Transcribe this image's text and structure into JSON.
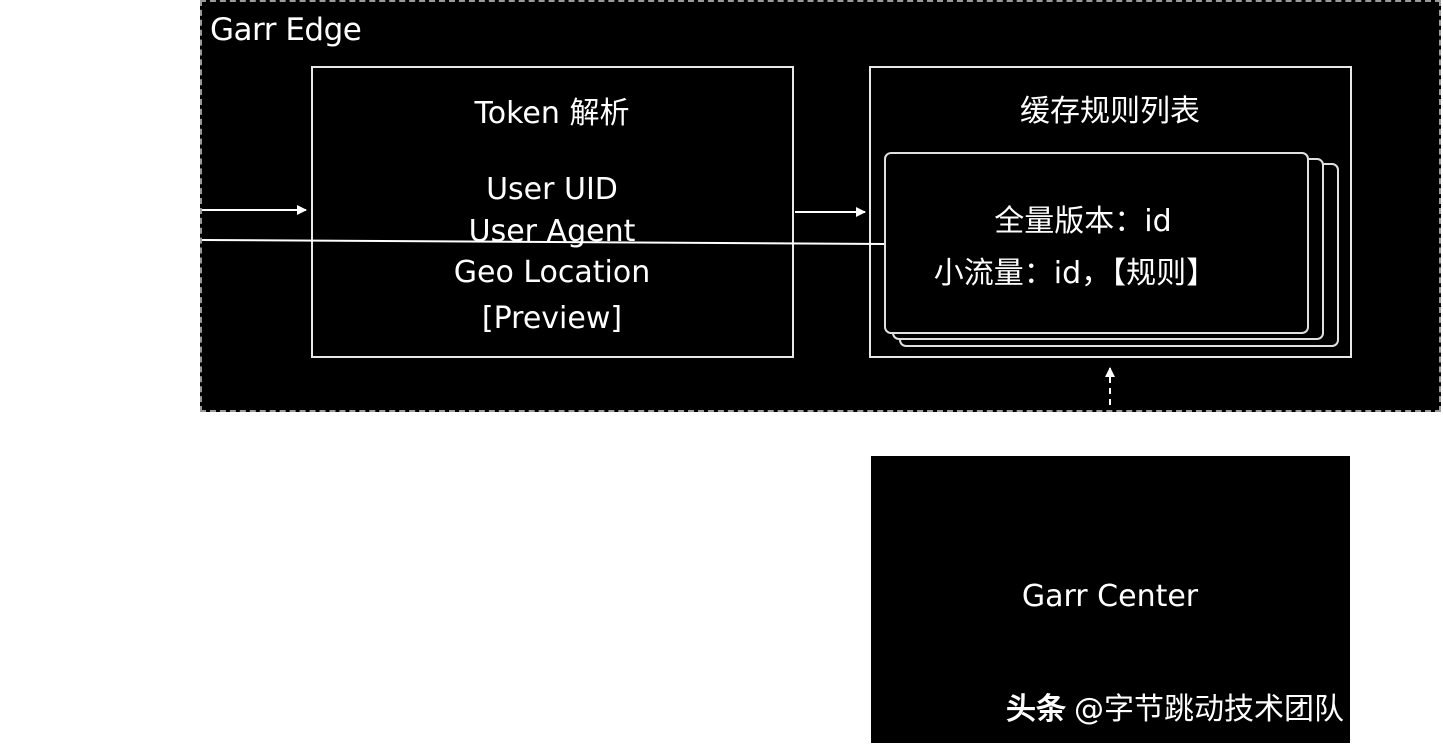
{
  "edge": {
    "title": "Garr Edge",
    "token_box": {
      "title": "Token 解析",
      "lines": [
        "User UID",
        "User Agent",
        "Geo Location",
        "[Preview]"
      ]
    },
    "rules_box": {
      "title": "缓存规则列表",
      "card_line1": "全量版本：id",
      "card_line2": "小流量：id，【规则】"
    }
  },
  "center": {
    "title": "Garr Center"
  },
  "watermark": {
    "logo": "头条",
    "text": "@字节跳动技术团队"
  }
}
